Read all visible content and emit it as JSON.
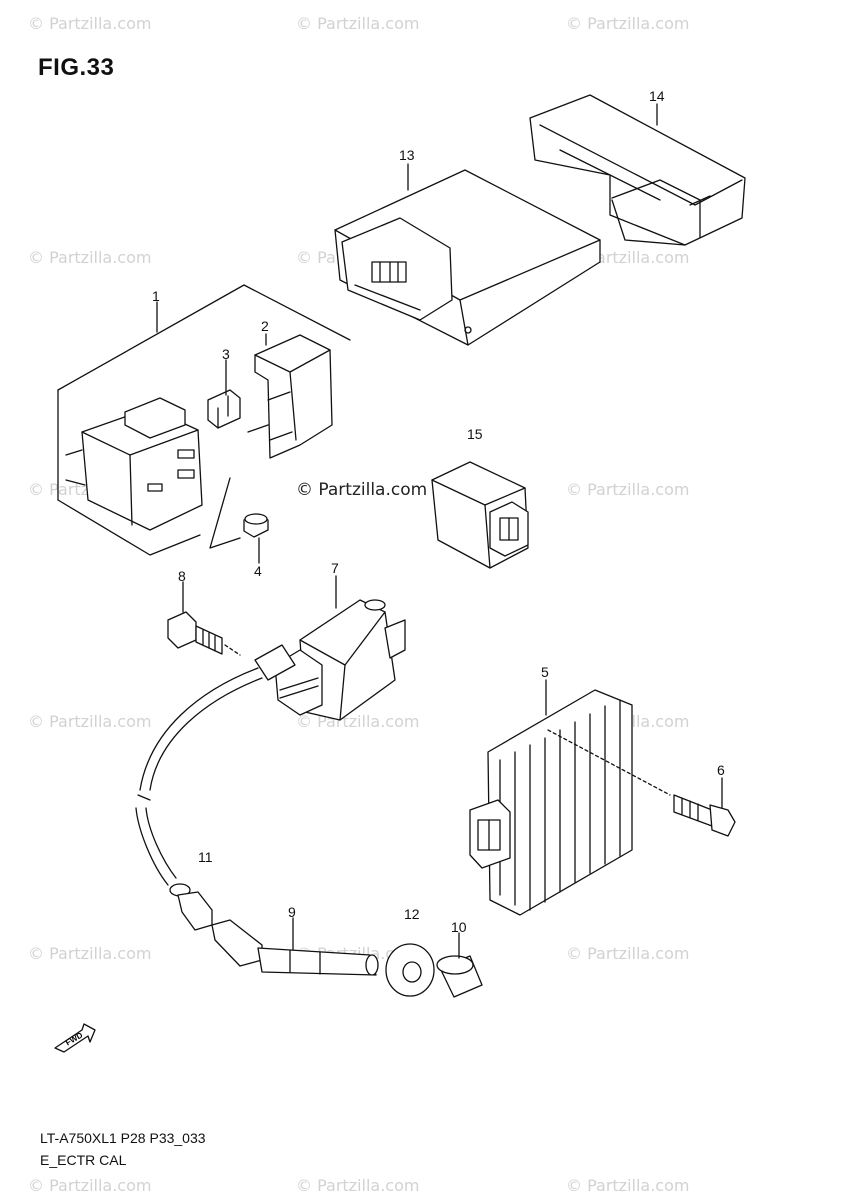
{
  "figure": {
    "title": "FIG.33"
  },
  "watermark": {
    "text": "© Partzilla.com",
    "center_text": "© Partzilla.com"
  },
  "callouts": {
    "c1": "1",
    "c2": "2",
    "c3": "3",
    "c4": "4",
    "c5": "5",
    "c6": "6",
    "c7": "7",
    "c8": "8",
    "c9": "9",
    "c10": "10",
    "c11": "11",
    "c12": "12",
    "c13": "13",
    "c14": "14",
    "c15": "15"
  },
  "footer": {
    "model_code": "LT-A750XL1 P28 P33_033",
    "section_name": "E_ECTR CAL"
  },
  "icons": {
    "direction": "fwd-arrow-icon"
  }
}
